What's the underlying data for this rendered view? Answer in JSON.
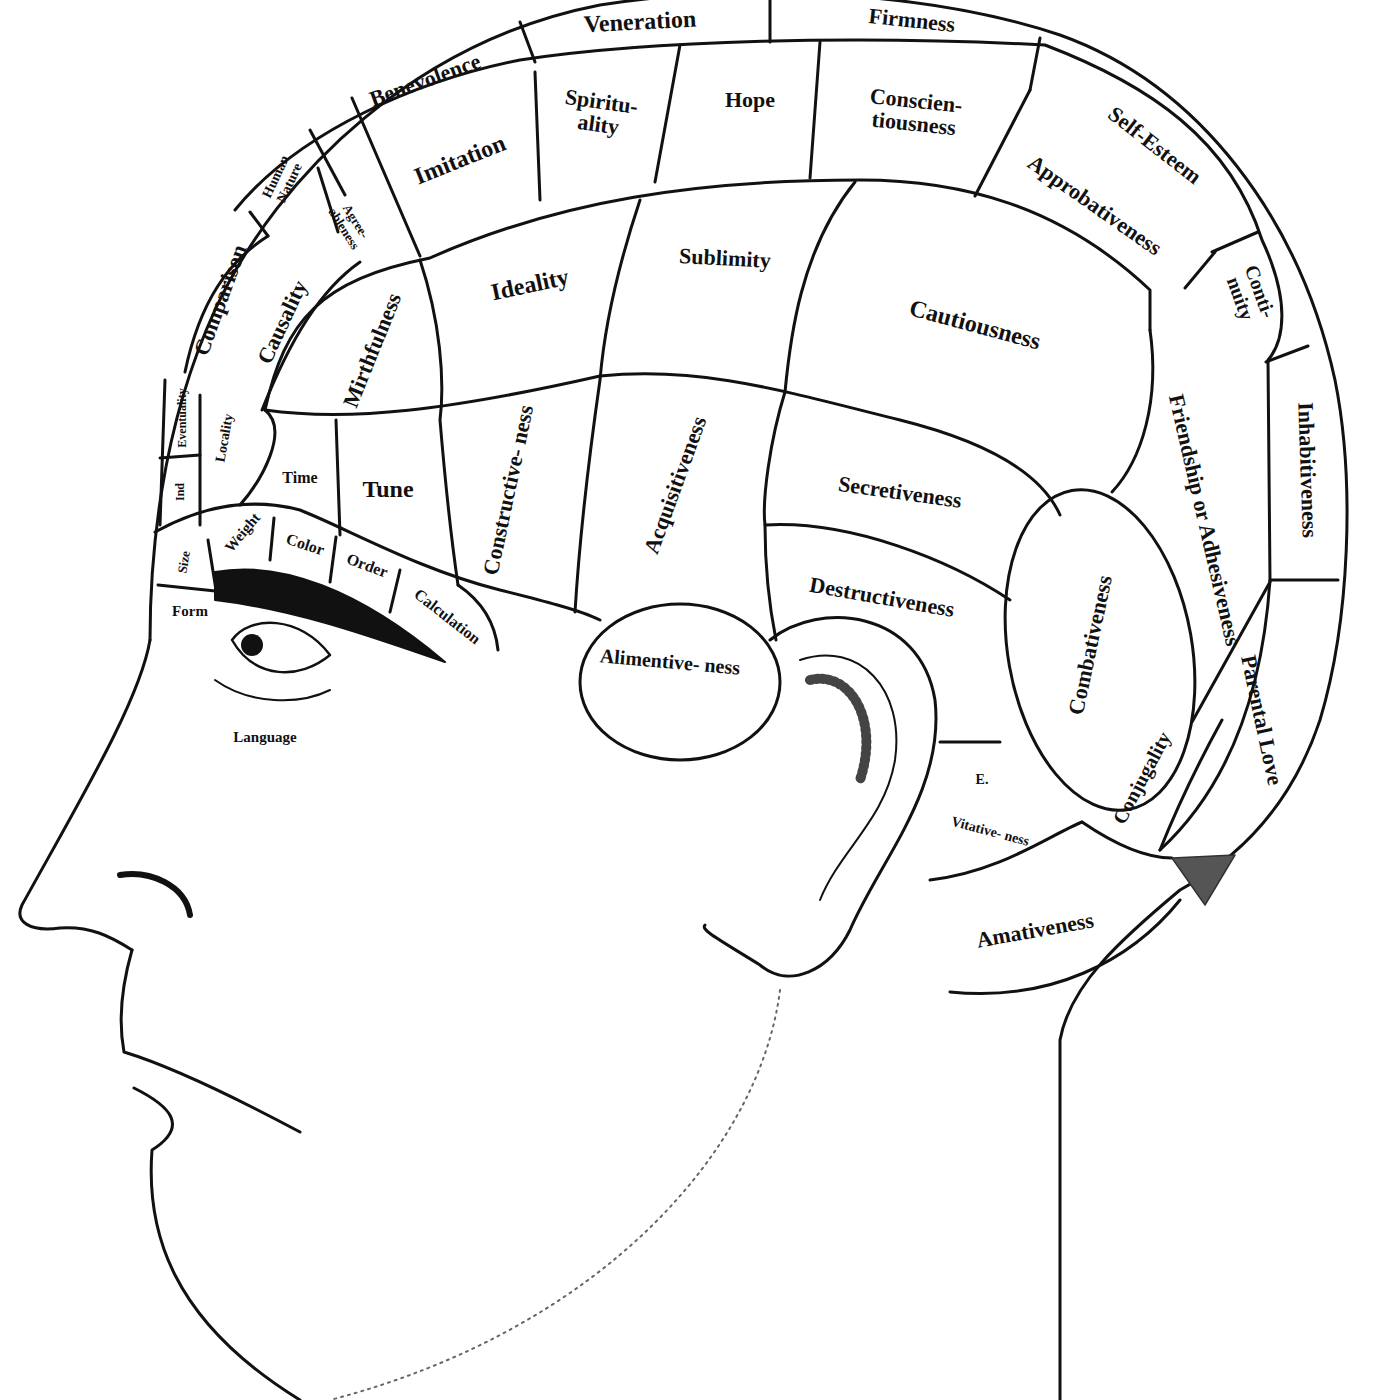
{
  "diagram": {
    "nodes": [
      {
        "text": [
          "Veneration"
        ]
      },
      {
        "text": [
          "Firmness"
        ]
      },
      {
        "text": [
          "Benevolence"
        ]
      },
      {
        "text": [
          "Spiritu- ality"
        ]
      },
      {
        "text": [
          "Hope"
        ]
      },
      {
        "text": [
          "Conscien- tiousness"
        ]
      },
      {
        "text": [
          "Self-Esteem"
        ]
      },
      {
        "text": [
          "Approbativeness"
        ]
      },
      {
        "text": [
          "Conti- nuity"
        ]
      },
      {
        "text": [
          "Imitation"
        ]
      },
      {
        "text": [
          "Human Nature"
        ]
      },
      {
        "text": [
          "Agree- ableness"
        ]
      },
      {
        "text": [
          "Comparison"
        ]
      },
      {
        "text": [
          "Causality"
        ]
      },
      {
        "text": [
          "Mirthfulness"
        ]
      },
      {
        "text": [
          "Ideality"
        ]
      },
      {
        "text": [
          "Sublimity"
        ]
      },
      {
        "text": [
          "Cautiousness"
        ]
      },
      {
        "text": [
          "Friendship or Adhesiveness"
        ]
      },
      {
        "text": [
          "Inhabitiveness"
        ]
      },
      {
        "text": [
          "Eventuality"
        ]
      },
      {
        "text": [
          "Ind"
        ]
      },
      {
        "text": [
          "Locality"
        ]
      },
      {
        "text": [
          "Time"
        ]
      },
      {
        "text": [
          "Tune"
        ]
      },
      {
        "text": [
          "Constructive- ness"
        ]
      },
      {
        "text": [
          "Acquisitiveness"
        ]
      },
      {
        "text": [
          "Secretiveness"
        ]
      },
      {
        "text": [
          "Destructiveness"
        ]
      },
      {
        "text": [
          "Combativeness"
        ]
      },
      {
        "text": [
          "Parental Love"
        ]
      },
      {
        "text": [
          "Size"
        ]
      },
      {
        "text": [
          "Weight"
        ]
      },
      {
        "text": [
          "Color"
        ]
      },
      {
        "text": [
          "Order"
        ]
      },
      {
        "text": [
          "Calculation"
        ]
      },
      {
        "text": [
          "Form"
        ]
      },
      {
        "text": [
          "Alimentive- ness"
        ]
      },
      {
        "text": [
          "E."
        ]
      },
      {
        "text": [
          "Vitative- ness"
        ]
      },
      {
        "text": [
          "Conjugality"
        ]
      },
      {
        "text": [
          "Amativeness"
        ]
      }
    ],
    "labels": [
      "Language"
    ]
  }
}
